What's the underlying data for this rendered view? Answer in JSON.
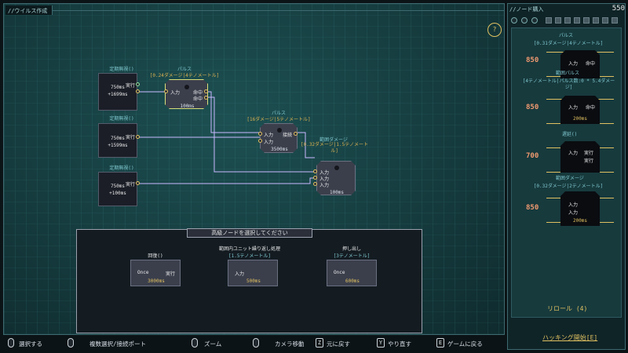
{
  "editor": {
    "tab_label": "//ウイルス作成",
    "help_label": "?"
  },
  "nodes": {
    "trig1": {
      "title": "定期無視()",
      "value1": "750ms",
      "value2": "+1699ms",
      "out": "実行"
    },
    "trig2": {
      "title": "定期無視()",
      "value1": "750ms",
      "value2": "+1599ms",
      "out": "実行"
    },
    "trig3": {
      "title": "定期無視()",
      "value1": "750ms",
      "value2": "+100ms",
      "out": "実行"
    },
    "pulse1": {
      "title": "パルス",
      "sub": "[0.24ダメージ|4テノメートル]",
      "in": "入力",
      "out1": "命中",
      "out2": "命中",
      "time": "100ms"
    },
    "pulse2": {
      "title": "パルス",
      "sub": "[16ダメージ|5テノメートル]",
      "in1": "入力",
      "in2": "入力",
      "out": "接続",
      "time": "3500ms"
    },
    "area": {
      "title": "範囲ダメージ",
      "sub": "[0.32ダメージ|1.5テノメート ル]",
      "in1": "入力",
      "in2": "入力",
      "in3": "入力",
      "time": "100ms"
    }
  },
  "modal": {
    "title": "高級ノードを選択してください",
    "cards": [
      {
        "title": "回復()",
        "sub": "",
        "in": "Once",
        "out": "実行",
        "time": "3000ms"
      },
      {
        "title": "範囲内ユニット繰り返し処理",
        "sub": "[1.5テノメートル]",
        "in": "入力",
        "time": "500ms"
      },
      {
        "title": "押し出し",
        "sub": "[3テノメートル]",
        "in": "Once",
        "time": "600ms"
      }
    ]
  },
  "shop": {
    "tab_label": "//ノード購入",
    "money": "550",
    "items": [
      {
        "name": "パルス",
        "sub": "[0.31ダメージ|4テノメートル]",
        "price": "850",
        "in": "入力",
        "out": "命中",
        "time": ""
      },
      {
        "name": "範囲パルス",
        "sub": "[4テノメートル|パルス数:0 * 5.4ダメージ]",
        "price": "850",
        "in": "入力",
        "out": "命中",
        "time": "200ms"
      },
      {
        "name": "遅延()",
        "sub": "",
        "price": "700",
        "in": "入力",
        "out1": "実行",
        "out2": "実行",
        "time": ""
      },
      {
        "name": "範囲ダメージ",
        "sub": "[0.32ダメージ|2テノメートル]",
        "price": "850",
        "in1": "入力",
        "in2": "入力",
        "time": "200ms"
      }
    ],
    "reroll_label": "リロール (4)",
    "hack_label": "ハッキング開始[E]"
  },
  "hints": [
    {
      "key": "",
      "label": "選択する"
    },
    {
      "key": "",
      "label": "複数選択/接続ポート"
    },
    {
      "key": "",
      "label": "ズーム"
    },
    {
      "key": "",
      "label": "カメラ移動"
    },
    {
      "key": "Z",
      "label": "元に戻す"
    },
    {
      "key": "Y",
      "label": "やり直す"
    },
    {
      "key": "E",
      "label": "ゲームに戻る"
    }
  ],
  "colors": {
    "accent": "#e0c060",
    "wire": "#c9b8ff",
    "price": "#f09a70",
    "teal": "#7ec7cf"
  }
}
